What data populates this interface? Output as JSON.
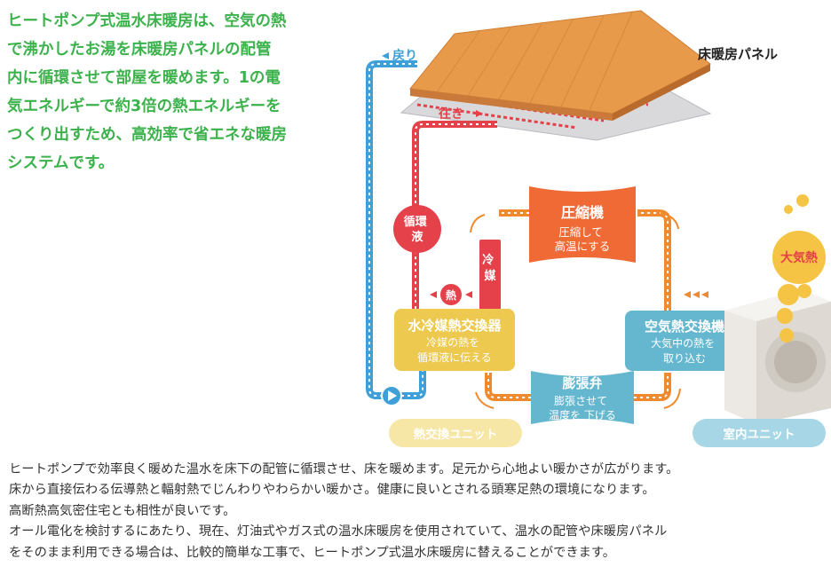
{
  "intro": {
    "lines": [
      "ヒートポンプ式温水床暖房は、空気の熱",
      "で沸かしたお湯を床暖房パネルの配管",
      "内に循環させて部屋を暖めます。1の電",
      "気エネルギーで約3倍の熱エネルギーを",
      "つくり出すため、高効率で省エネな暖房",
      "システムです。"
    ]
  },
  "diagram": {
    "panel_label": "床暖房パネル",
    "return_label": "戻り",
    "outgoing_label": "往き",
    "circulation_liquid": "循環\n液",
    "refrigerant": "冷\n媒",
    "heat": "熱",
    "atmospheric_heat": "大気熱",
    "compressor": {
      "title": "圧縮機",
      "desc": "圧縮して\n高温にする"
    },
    "water_hx": {
      "title": "水冷媒熱交換器",
      "desc": "冷媒の熱を\n循環液に伝える"
    },
    "air_hx": {
      "title": "空気熱交換機",
      "desc": "大気中の熱を\n取り込む"
    },
    "expansion_valve": {
      "title": "膨張弁",
      "desc": "膨張させて\n温度を 下げる"
    },
    "heat_exchange_unit": "熱交換ユニット",
    "indoor_unit": "室内ユニット",
    "colors": {
      "green_text": "#3cb24c",
      "blue_pipe": "#3f9fd8",
      "red_pipe": "#e5414a",
      "orange_loop": "#ef8a2e",
      "compressor": "#f06a35",
      "yellow_box": "#edc94f",
      "teal_box": "#64b7cf",
      "panel_wood": "#e89a4b"
    }
  },
  "body_text": [
    "ヒートポンプで効率良く暖めた温水を床下の配管に循環させ、床を暖めます。足元から心地よい暖かさが広がります。",
    "床から直接伝わる伝導熱と輻射熱でじんわりやわらかい暖かさ。健康に良いとされる頭寒足熱の環境になります。",
    "高断熱高気密住宅とも相性が良いです。",
    "オール電化を検討するにあたり、現在、灯油式やガス式の温水床暖房を使用されていて、温水の配管や床暖房パネル",
    "をそのまま利用できる場合は、比較的簡単な工事で、ヒートポンプ式温水床暖房に替えることができます。"
  ]
}
